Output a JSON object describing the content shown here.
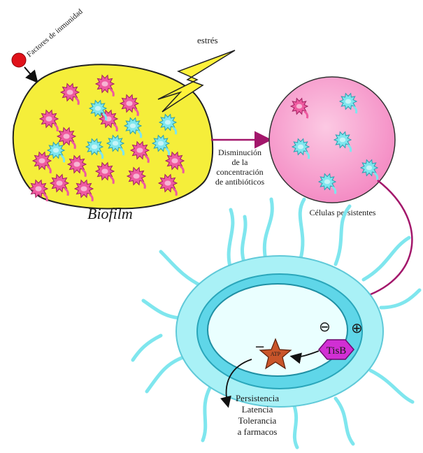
{
  "labels": {
    "immunity_factors": "Factores de inmunidad",
    "stress": "estrés",
    "biofilm": "Biofilm",
    "antibiotic_decrease": [
      "Disminución",
      "de la",
      "concentración",
      "de antibióticos"
    ],
    "persister_cells": "Células persistentes",
    "minus_sign": "⊖",
    "plus_sign": "⊕",
    "tisb": "TisB",
    "atp": "ATP",
    "atp_minus": "−",
    "outcomes": [
      "Persistencia",
      "Latencia",
      "Tolerancia",
      "a farmacos"
    ]
  },
  "colors": {
    "biofilm_fill": "#f5ee3a",
    "biofilm_stroke": "#222222",
    "pink_cell": "#ee5aa0",
    "cyan_cell": "#7fe6ee",
    "persister_fill": "#f7a8d2",
    "bacterium_outer": "#a9f1f6",
    "bacterium_inner": "#5fd6e8",
    "arrow_magenta": "#a3176b",
    "lightning": "#fff23a",
    "immunity_dot": "#e0121a",
    "tisb_fill": "#d12fd4",
    "atp_fill": "#c9552a"
  }
}
